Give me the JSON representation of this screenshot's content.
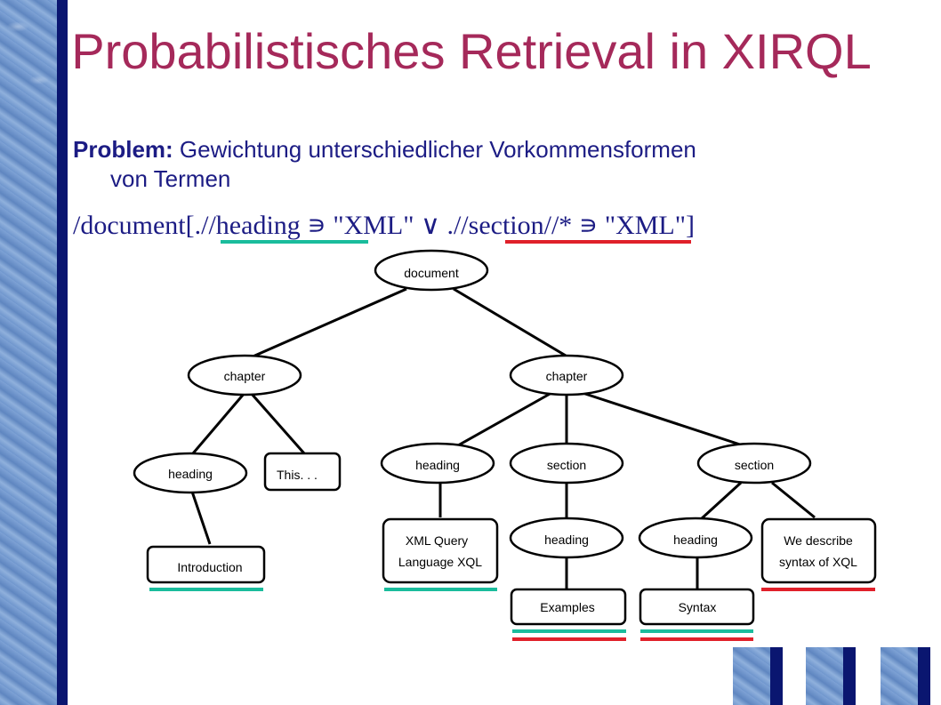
{
  "slide": {
    "title": "Probabilistisches Retrieval in XIRQL",
    "problem_label": "Problem:",
    "problem_text_1": "Gewichtung unterschiedlicher Vorkommensformen",
    "problem_text_2": "von Termen",
    "query": {
      "prefix": "/document[",
      "part1": ".//heading ",
      "ni1": "∍",
      "str1": " \"XML\" ",
      "or": "∨",
      "part2": " .//section//*",
      "ni2": " ∍",
      "str2": " \"XML\"",
      "suffix": "]"
    }
  },
  "tree": {
    "root": "document",
    "chapter_left": "chapter",
    "chapter_right": "chapter",
    "heading_1": "heading",
    "this_text": "This. . .",
    "introduction": "Introduction",
    "heading_2": "heading",
    "section_1": "section",
    "section_2": "section",
    "xml_query_1": "XML Query",
    "xml_query_2": "Language XQL",
    "heading_3": "heading",
    "heading_4": "heading",
    "we_describe_1": "We describe",
    "we_describe_2": "syntax of XQL",
    "examples": "Examples",
    "syntax": "Syntax"
  },
  "colors": {
    "title": "#a5295a",
    "text": "#1c1c84",
    "teal_underline": "#1abc9c",
    "red_underline": "#e0202a"
  }
}
